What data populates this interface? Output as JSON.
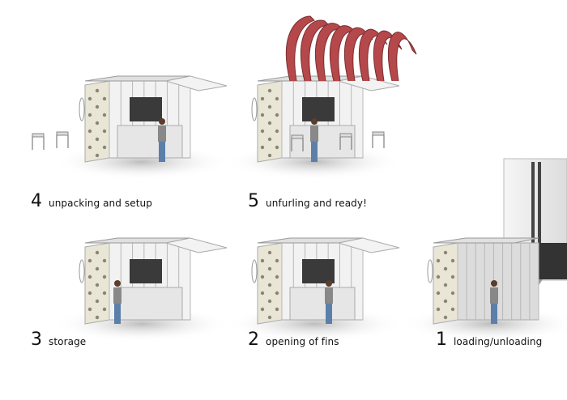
{
  "stages": [
    {
      "number": "4",
      "label": "unpacking and setup"
    },
    {
      "number": "5",
      "label": "unfurling and ready!"
    },
    {
      "number": "3",
      "label": "storage"
    },
    {
      "number": "2",
      "label": "opening of fins"
    },
    {
      "number": "1",
      "label": "loading/unloading"
    }
  ],
  "colors": {
    "panel": "#e9e6d6",
    "panel_dark": "#c9c6b6",
    "hole": "#8a8576",
    "fins": "#b5484a",
    "truck": "#eeeeee",
    "shadow": "#d8d8d8"
  }
}
